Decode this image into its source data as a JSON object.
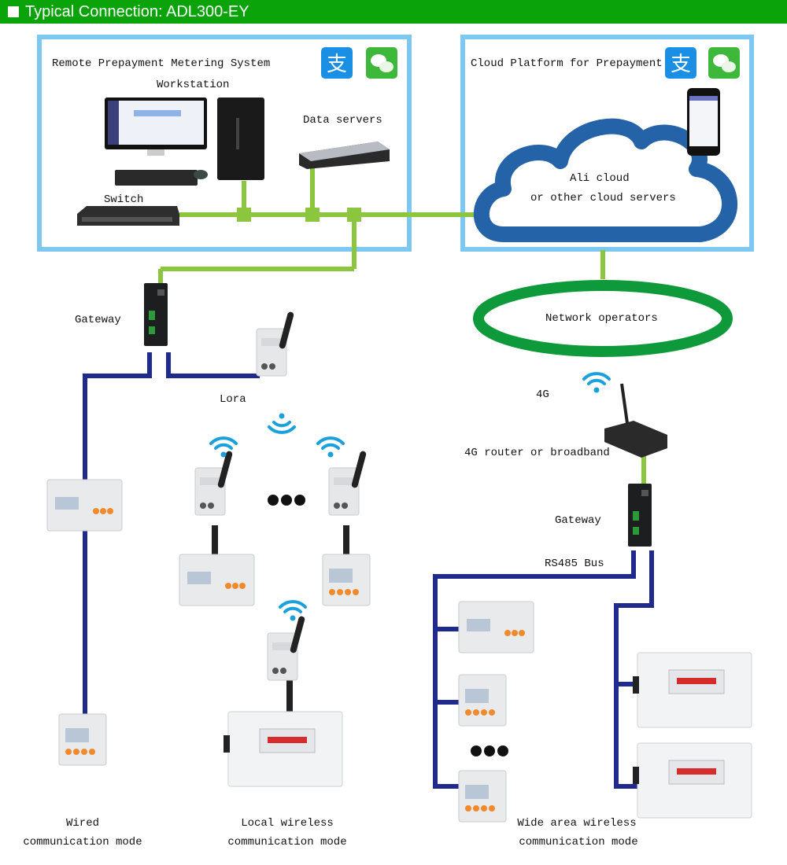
{
  "header": {
    "title": "Typical Connection: ADL300-EY"
  },
  "panels": {
    "local_system": {
      "title": "Remote Prepayment Metering System",
      "workstation": "Workstation",
      "data_servers": "Data servers",
      "switch": "Switch"
    },
    "cloud_platform": {
      "title": "Cloud Platform for Prepayment",
      "cloud_line1": "Ali cloud",
      "cloud_line2": "or other cloud servers"
    }
  },
  "payment_icons": [
    "alipay-icon",
    "wechat-icon"
  ],
  "labels": {
    "gateway_left": "Gateway",
    "lora": "Lora",
    "network_operators": "Network operators",
    "fourg": "4G",
    "router": "4G router or broadband",
    "gateway_right": "Gateway",
    "rs485": "RS485 Bus"
  },
  "modes": {
    "wired": {
      "line1": "Wired",
      "line2": "communication mode"
    },
    "local_wireless": {
      "line1": "Local wireless",
      "line2": "communication mode"
    },
    "wide_area": {
      "line1": "Wide area wireless",
      "line2": "communication mode"
    }
  },
  "colors": {
    "header": "#0aa30a",
    "panel_border": "#7cc8f0",
    "ethernet": "#8cc63f",
    "rs485": "#1f2a8c",
    "cloud": "#2563a8",
    "network_ring": "#0e9a3a",
    "wifi": "#1aa0dc"
  }
}
